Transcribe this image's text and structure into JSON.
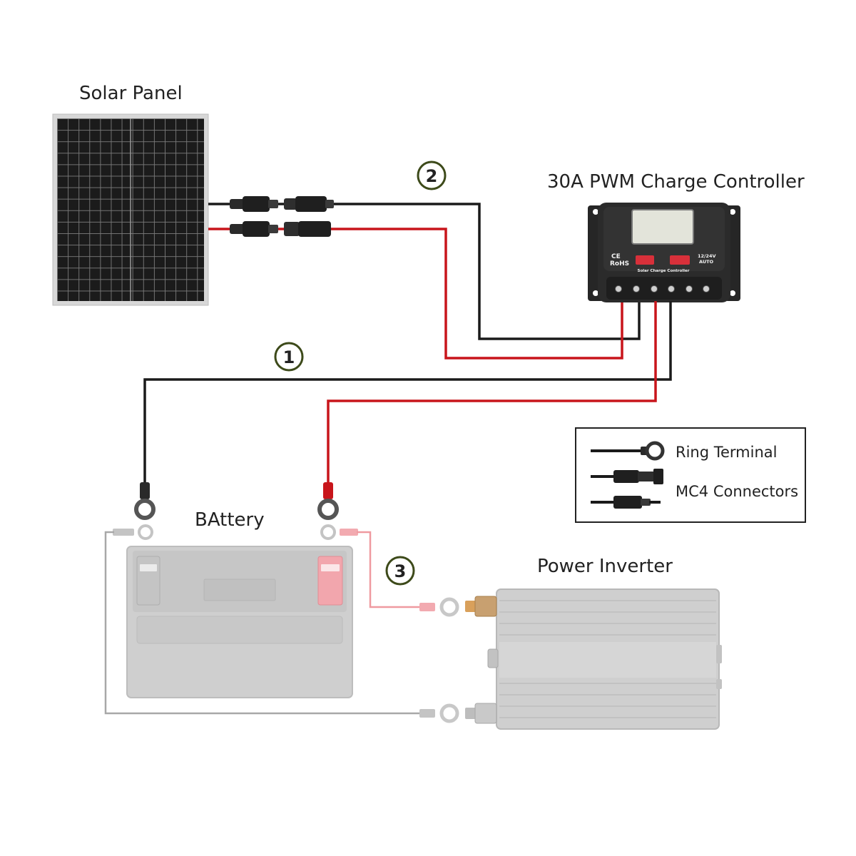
{
  "labels": {
    "solar_panel": "Solar Panel",
    "charge_controller": "30A PWM Charge Controller",
    "battery": "BAttery",
    "power_inverter": "Power Inverter"
  },
  "steps": {
    "one": "1",
    "two": "2",
    "three": "3"
  },
  "legend": {
    "ring_terminal": "Ring Terminal",
    "mc4_connectors": "MC4 Connectors"
  },
  "controller_markings": {
    "ce": "CE",
    "rohs": "RoHS",
    "voltage": "12/24V",
    "mode": "AUTO",
    "product": "Solar Charge Controller"
  },
  "colors": {
    "positive_wire": "#c8151b",
    "negative_wire": "#1a1a1a",
    "faded_positive": "#ef9aa0",
    "faded_wire": "#a8a8a8",
    "step_circle": "#3d4a1a"
  }
}
